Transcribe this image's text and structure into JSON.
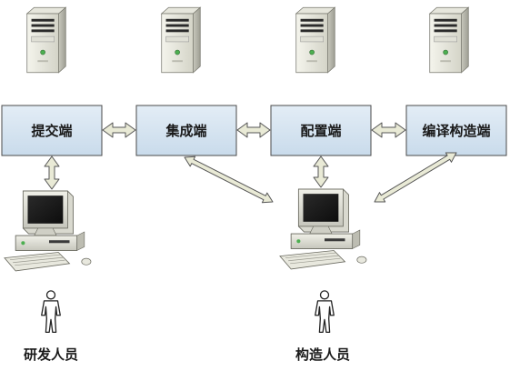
{
  "nodes": [
    {
      "id": "submit",
      "label": "提交端"
    },
    {
      "id": "integration",
      "label": "集成端"
    },
    {
      "id": "config",
      "label": "配置端"
    },
    {
      "id": "build",
      "label": "编译构造端"
    }
  ],
  "actors": [
    {
      "id": "developer",
      "label": "研发人员"
    },
    {
      "id": "builder",
      "label": "构造人员"
    }
  ],
  "colors": {
    "box_fill": "#d6e4f0",
    "box_stroke": "#4a4a4a",
    "arrow_fill": "#e9ead6",
    "arrow_stroke": "#555555"
  },
  "icons": [
    "server-icon",
    "desktop-computer-icon",
    "person-icon"
  ]
}
